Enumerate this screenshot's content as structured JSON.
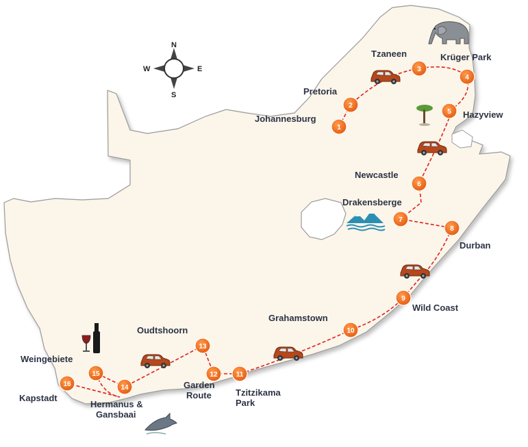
{
  "compass": {
    "n": "N",
    "s": "S",
    "e": "E",
    "w": "W"
  },
  "stops": [
    {
      "id": "1",
      "name": "Johannesburg"
    },
    {
      "id": "2",
      "name": "Pretoria"
    },
    {
      "id": "3",
      "name": "Tzaneen"
    },
    {
      "id": "4",
      "name": "Krüger Park"
    },
    {
      "id": "5",
      "name": "Hazyview"
    },
    {
      "id": "6",
      "name": "Newcastle"
    },
    {
      "id": "7",
      "name": "Drakensberge"
    },
    {
      "id": "8",
      "name": "Durban"
    },
    {
      "id": "9",
      "name": "Wild Coast"
    },
    {
      "id": "10",
      "name": "Grahamstown"
    },
    {
      "id": "11",
      "name": "Tzitzikama",
      "name2": "Park"
    },
    {
      "id": "12",
      "name": "Garden",
      "name2": "Route"
    },
    {
      "id": "13",
      "name": "Oudtshoorn"
    },
    {
      "id": "14",
      "name": "Hermanus &",
      "name2": "Gansbaai"
    },
    {
      "id": "15",
      "name": "Weingebiete"
    },
    {
      "id": "16",
      "name": "Kapstadt"
    }
  ],
  "colors": {
    "land": "#fbf5ea",
    "border": "#9a9a9a",
    "route": "#e0201b",
    "marker": "#f26a1b"
  },
  "icons": [
    "elephant-icon",
    "tree-icon",
    "mountain-icon",
    "wine-icon",
    "shark-icon",
    "car-icon",
    "compass-rose-icon"
  ]
}
